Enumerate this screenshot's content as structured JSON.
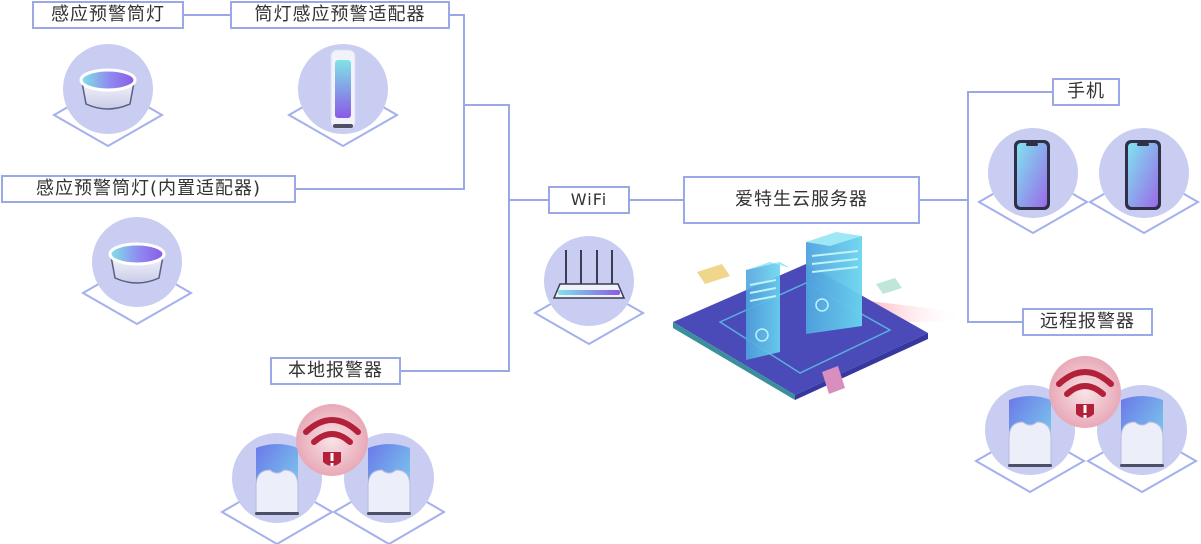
{
  "labels": {
    "induction_downlight": "感应预警筒灯",
    "downlight_adapter": "筒灯感应预警适配器",
    "downlight_builtin": "感应预警筒灯(内置适配器)",
    "local_alarm": "本地报警器",
    "wifi": "WiFi",
    "cloud_server": "爱特生云服务器",
    "phone": "手机",
    "remote_alarm": "远程报警器"
  },
  "colors": {
    "line": "#9aa8e6",
    "node_circle": "#c9cdf1",
    "diamond": "#a4b0ec",
    "alarm_red": "#b3203a",
    "gradient_cyan": "#7fe3e6",
    "gradient_purple": "#8a5ae6",
    "platform": "#4a4bb8"
  }
}
